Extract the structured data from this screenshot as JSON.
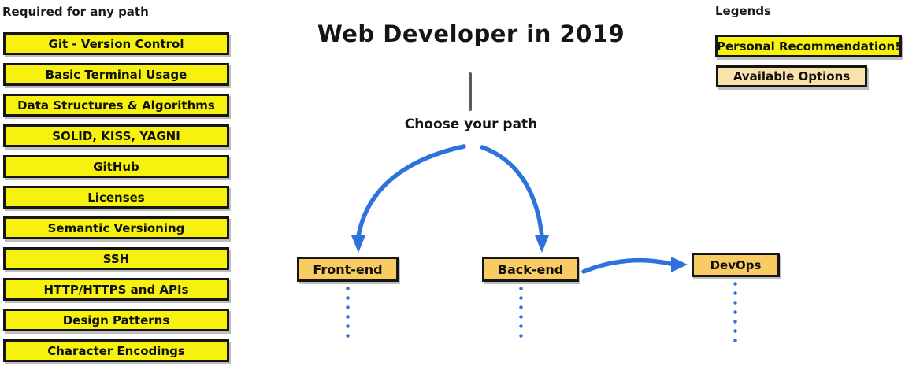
{
  "required_section": {
    "title": "Required for any path",
    "items": [
      "Git - Version Control",
      "Basic Terminal Usage",
      "Data Structures & Algorithms",
      "SOLID, KISS, YAGNI",
      "GitHub",
      "Licenses",
      "Semantic Versioning",
      "SSH",
      "HTTP/HTTPS and APIs",
      "Design Patterns",
      "Character Encodings"
    ]
  },
  "main": {
    "title": "Web Developer in 2019",
    "choose_label": "Choose your path",
    "paths": [
      {
        "label": "Front-end"
      },
      {
        "label": "Back-end"
      },
      {
        "label": "DevOps"
      }
    ]
  },
  "legend": {
    "title": "Legends",
    "items": [
      {
        "label": "Personal Recommendation!",
        "type": "recommendation"
      },
      {
        "label": "Available Options",
        "type": "option"
      }
    ]
  },
  "colors": {
    "yellow": "#f6f20d",
    "orange": "#f9cb63",
    "tan": "#fae3ab",
    "blue": "#2e72de",
    "line-gray": "#5a5a5a",
    "ink": "#151515"
  }
}
